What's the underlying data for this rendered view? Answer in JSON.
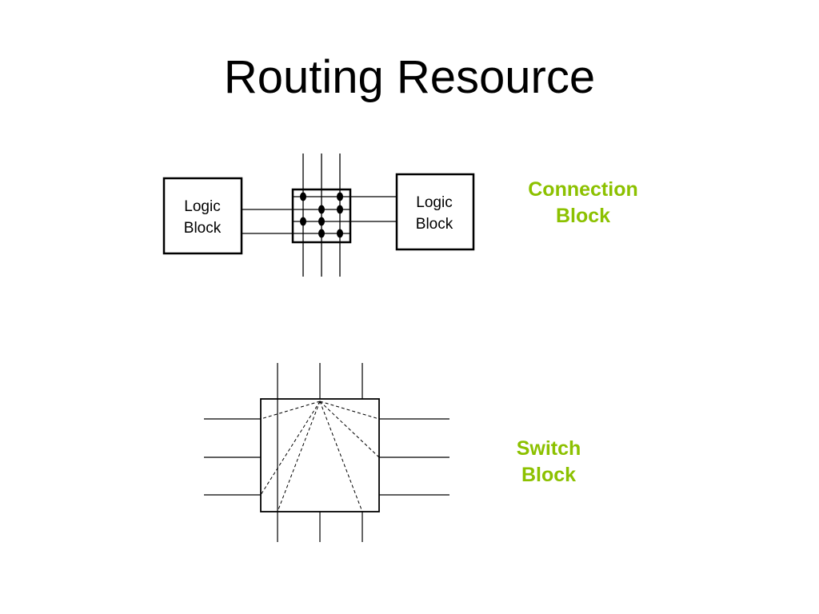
{
  "slide": {
    "title": "Routing Resource"
  },
  "connection_block_diagram": {
    "left_block_label_line1": "Logic",
    "left_block_label_line2": "Block",
    "right_block_label_line1": "Logic",
    "right_block_label_line2": "Block",
    "caption_line1": "Connection",
    "caption_line2": "Block"
  },
  "switch_block_diagram": {
    "caption_line1": "Switch",
    "caption_line2": "Block"
  },
  "colors": {
    "caption": "#8CC100",
    "line": "#000000",
    "background": "#FFFFFF"
  }
}
